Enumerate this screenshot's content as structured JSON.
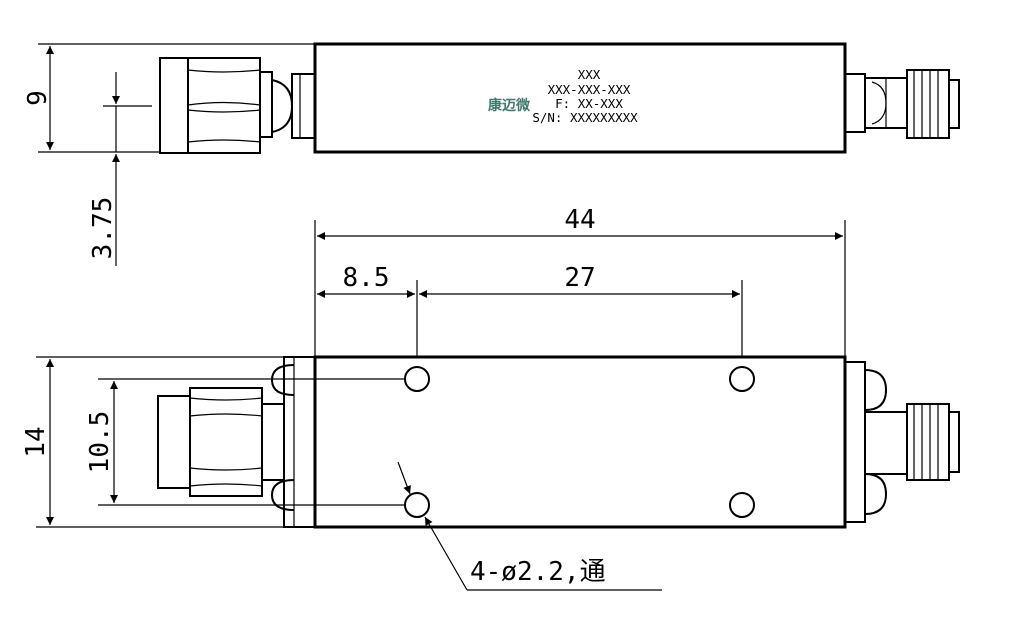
{
  "label": {
    "brand": "康迈微",
    "line1": "XXX",
    "line2": "XXX-XXX-XXX",
    "line3": "F: XX-XXX",
    "line4": "S/N: XXXXXXXXX"
  },
  "dimensions": {
    "height_side": "9",
    "connector_offset": "3.75",
    "total_length": "44",
    "hole_offset": "8.5",
    "hole_spacing": "27",
    "width_top": "14",
    "hole_pitch": "10.5",
    "hole_callout": "4-ø2.2,通"
  },
  "colors": {
    "brand": "#3f7a6e",
    "line": "#000000"
  }
}
